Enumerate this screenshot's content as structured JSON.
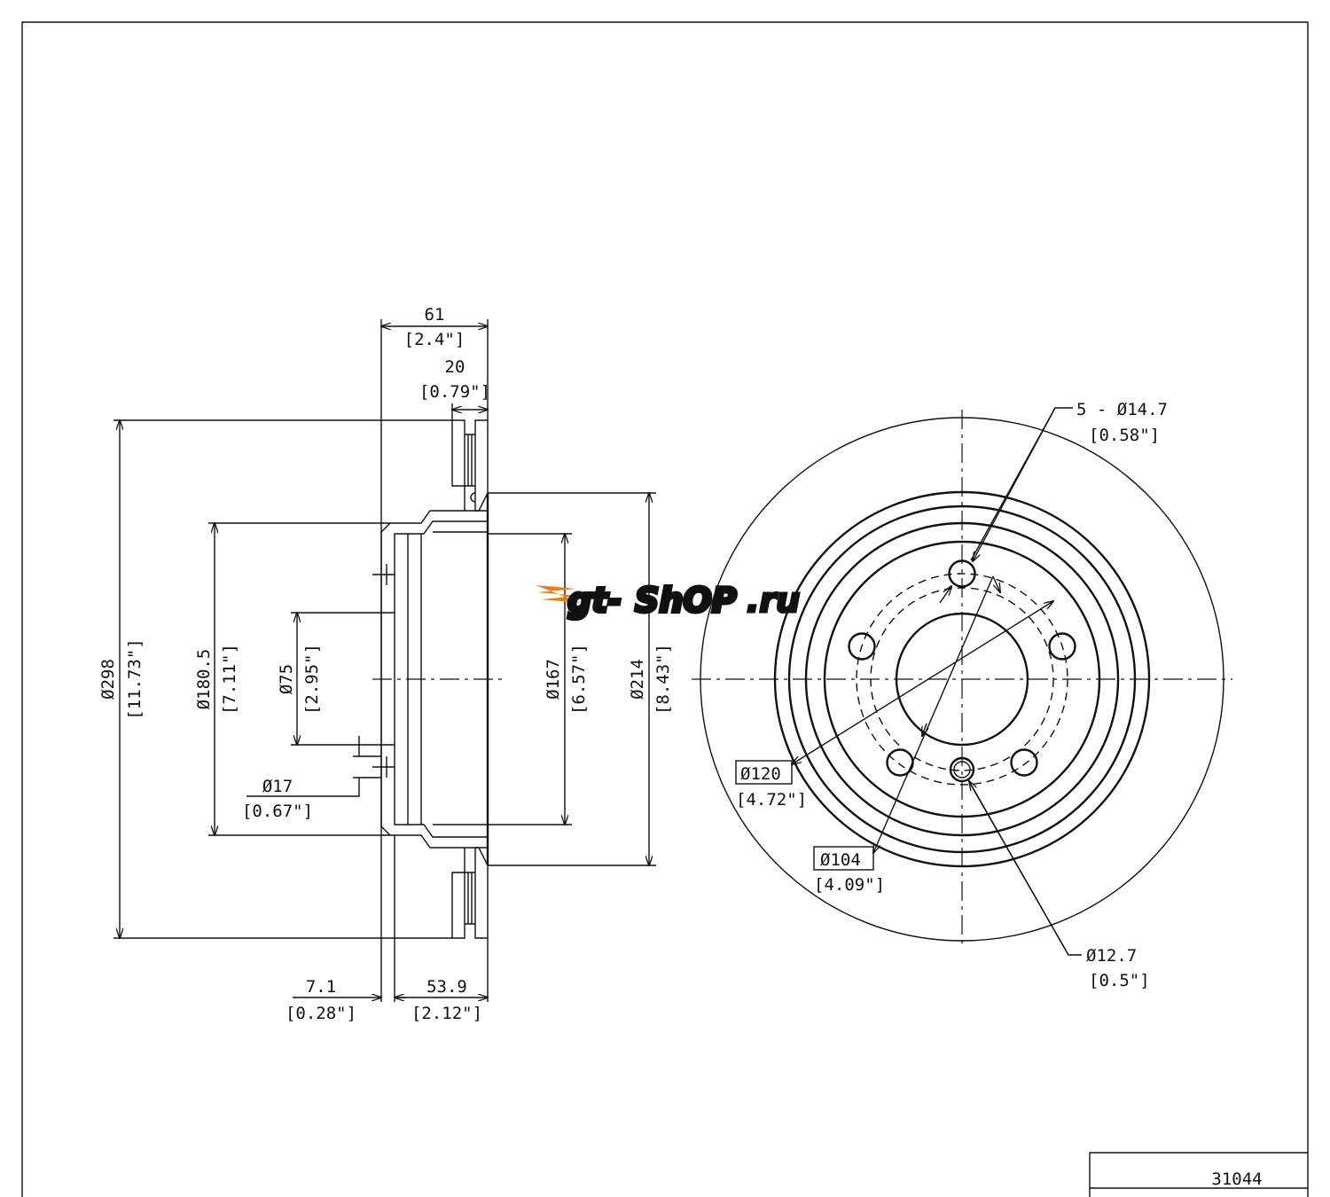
{
  "drawing": {
    "part_number": "31044",
    "side_view": {
      "overall_width": {
        "mm": "61",
        "in": "[2.4\"]"
      },
      "disc_thickness": {
        "mm": "20",
        "in": "[0.79\"]"
      },
      "outer_diameter": {
        "mm": "Ø298",
        "in": "[11.73\"]"
      },
      "hat_diameter": {
        "mm": "Ø180.5",
        "in": "[7.11\"]"
      },
      "center_bore": {
        "mm": "Ø75",
        "in": "[2.95\"]"
      },
      "small_hole": {
        "mm": "Ø17",
        "in": "[0.67\"]"
      },
      "inner_friction_diameter": {
        "mm": "Ø167",
        "in": "[6.57\"]"
      },
      "friction_inner_diameter": {
        "mm": "Ø214",
        "in": "[8.43\"]"
      },
      "hat_thickness": {
        "mm": "7.1",
        "in": "[0.28\"]"
      },
      "hat_height": {
        "mm": "53.9",
        "in": "[2.12\"]"
      }
    },
    "front_view": {
      "bolt_holes": {
        "mm": "5 - Ø14.7",
        "in": "[0.58\"]"
      },
      "bolt_circle": {
        "mm": "Ø120",
        "in": "[4.72\"]"
      },
      "pilot_circle": {
        "mm": "Ø104",
        "in": "[4.09\"]"
      },
      "locator_hole": {
        "mm": "Ø12.7",
        "in": "[0.5\"]"
      }
    },
    "watermark": {
      "text": "gt-shop.ru",
      "colors": [
        "#f07a10",
        "#ffc000"
      ]
    }
  }
}
